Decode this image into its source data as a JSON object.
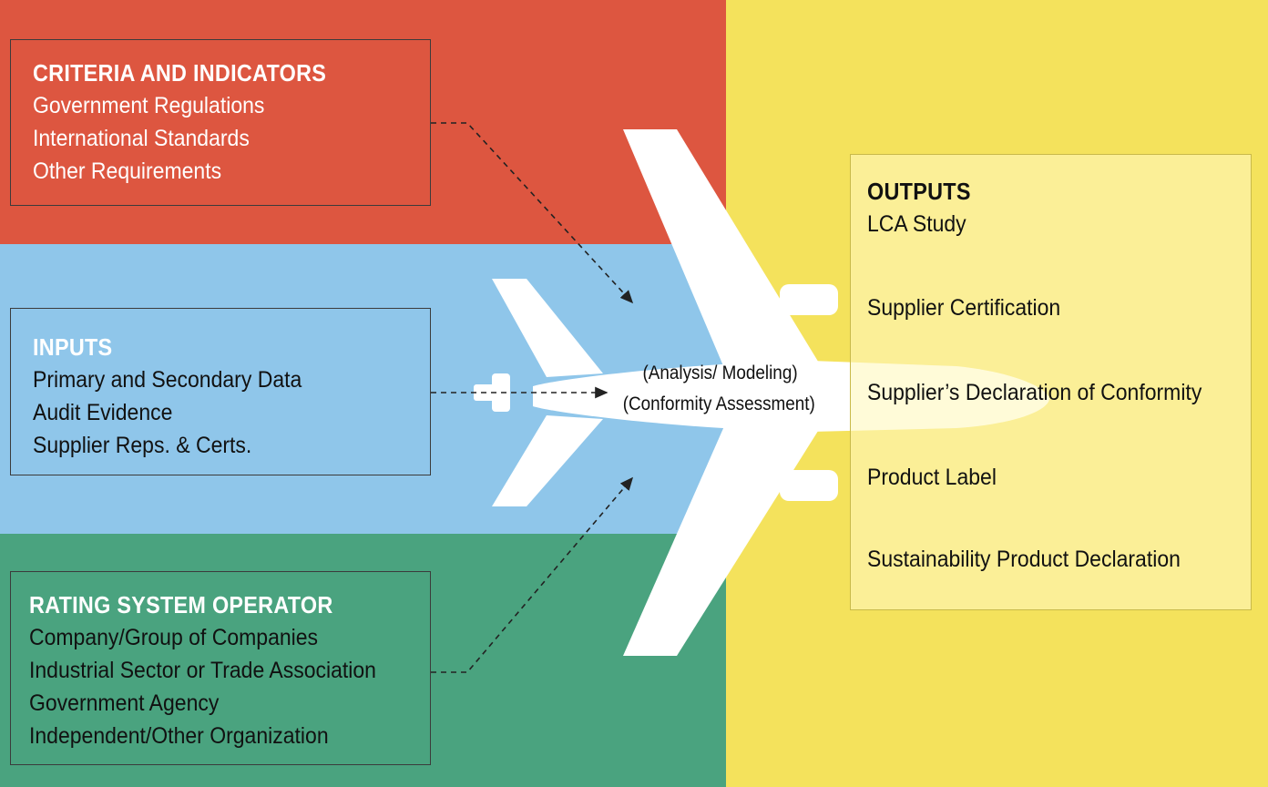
{
  "criteria": {
    "title": "CRITERIA AND INDICATORS",
    "items": [
      "Government Regulations",
      "International Standards",
      "Other Requirements"
    ]
  },
  "inputs": {
    "title": "INPUTS",
    "items": [
      "Primary and Secondary Data",
      "Audit Evidence",
      "Supplier Reps. & Certs."
    ]
  },
  "rating_system": {
    "title": "RATING SYSTEM OPERATOR",
    "items": [
      "Company/Group of Companies",
      "Industrial Sector or Trade Association",
      "Government Agency",
      "Independent/Other Organization"
    ]
  },
  "center": {
    "line1": "(Analysis/ Modeling)",
    "line2": "(Conformity Assessment)"
  },
  "outputs": {
    "title": "OUTPUTS",
    "items": [
      "LCA Study",
      "Supplier Certification",
      "Supplier’s Declaration of Conformity",
      "Product Label",
      "Sustainability Product Declaration"
    ]
  },
  "colors": {
    "criteria_band": "#dd5640",
    "inputs_band": "#8fc6ea",
    "rating_band": "#4aa37f",
    "outputs_band": "#f4e25c",
    "airplane": "#ffffff"
  },
  "icons": {
    "airplane": "airplane-icon"
  }
}
